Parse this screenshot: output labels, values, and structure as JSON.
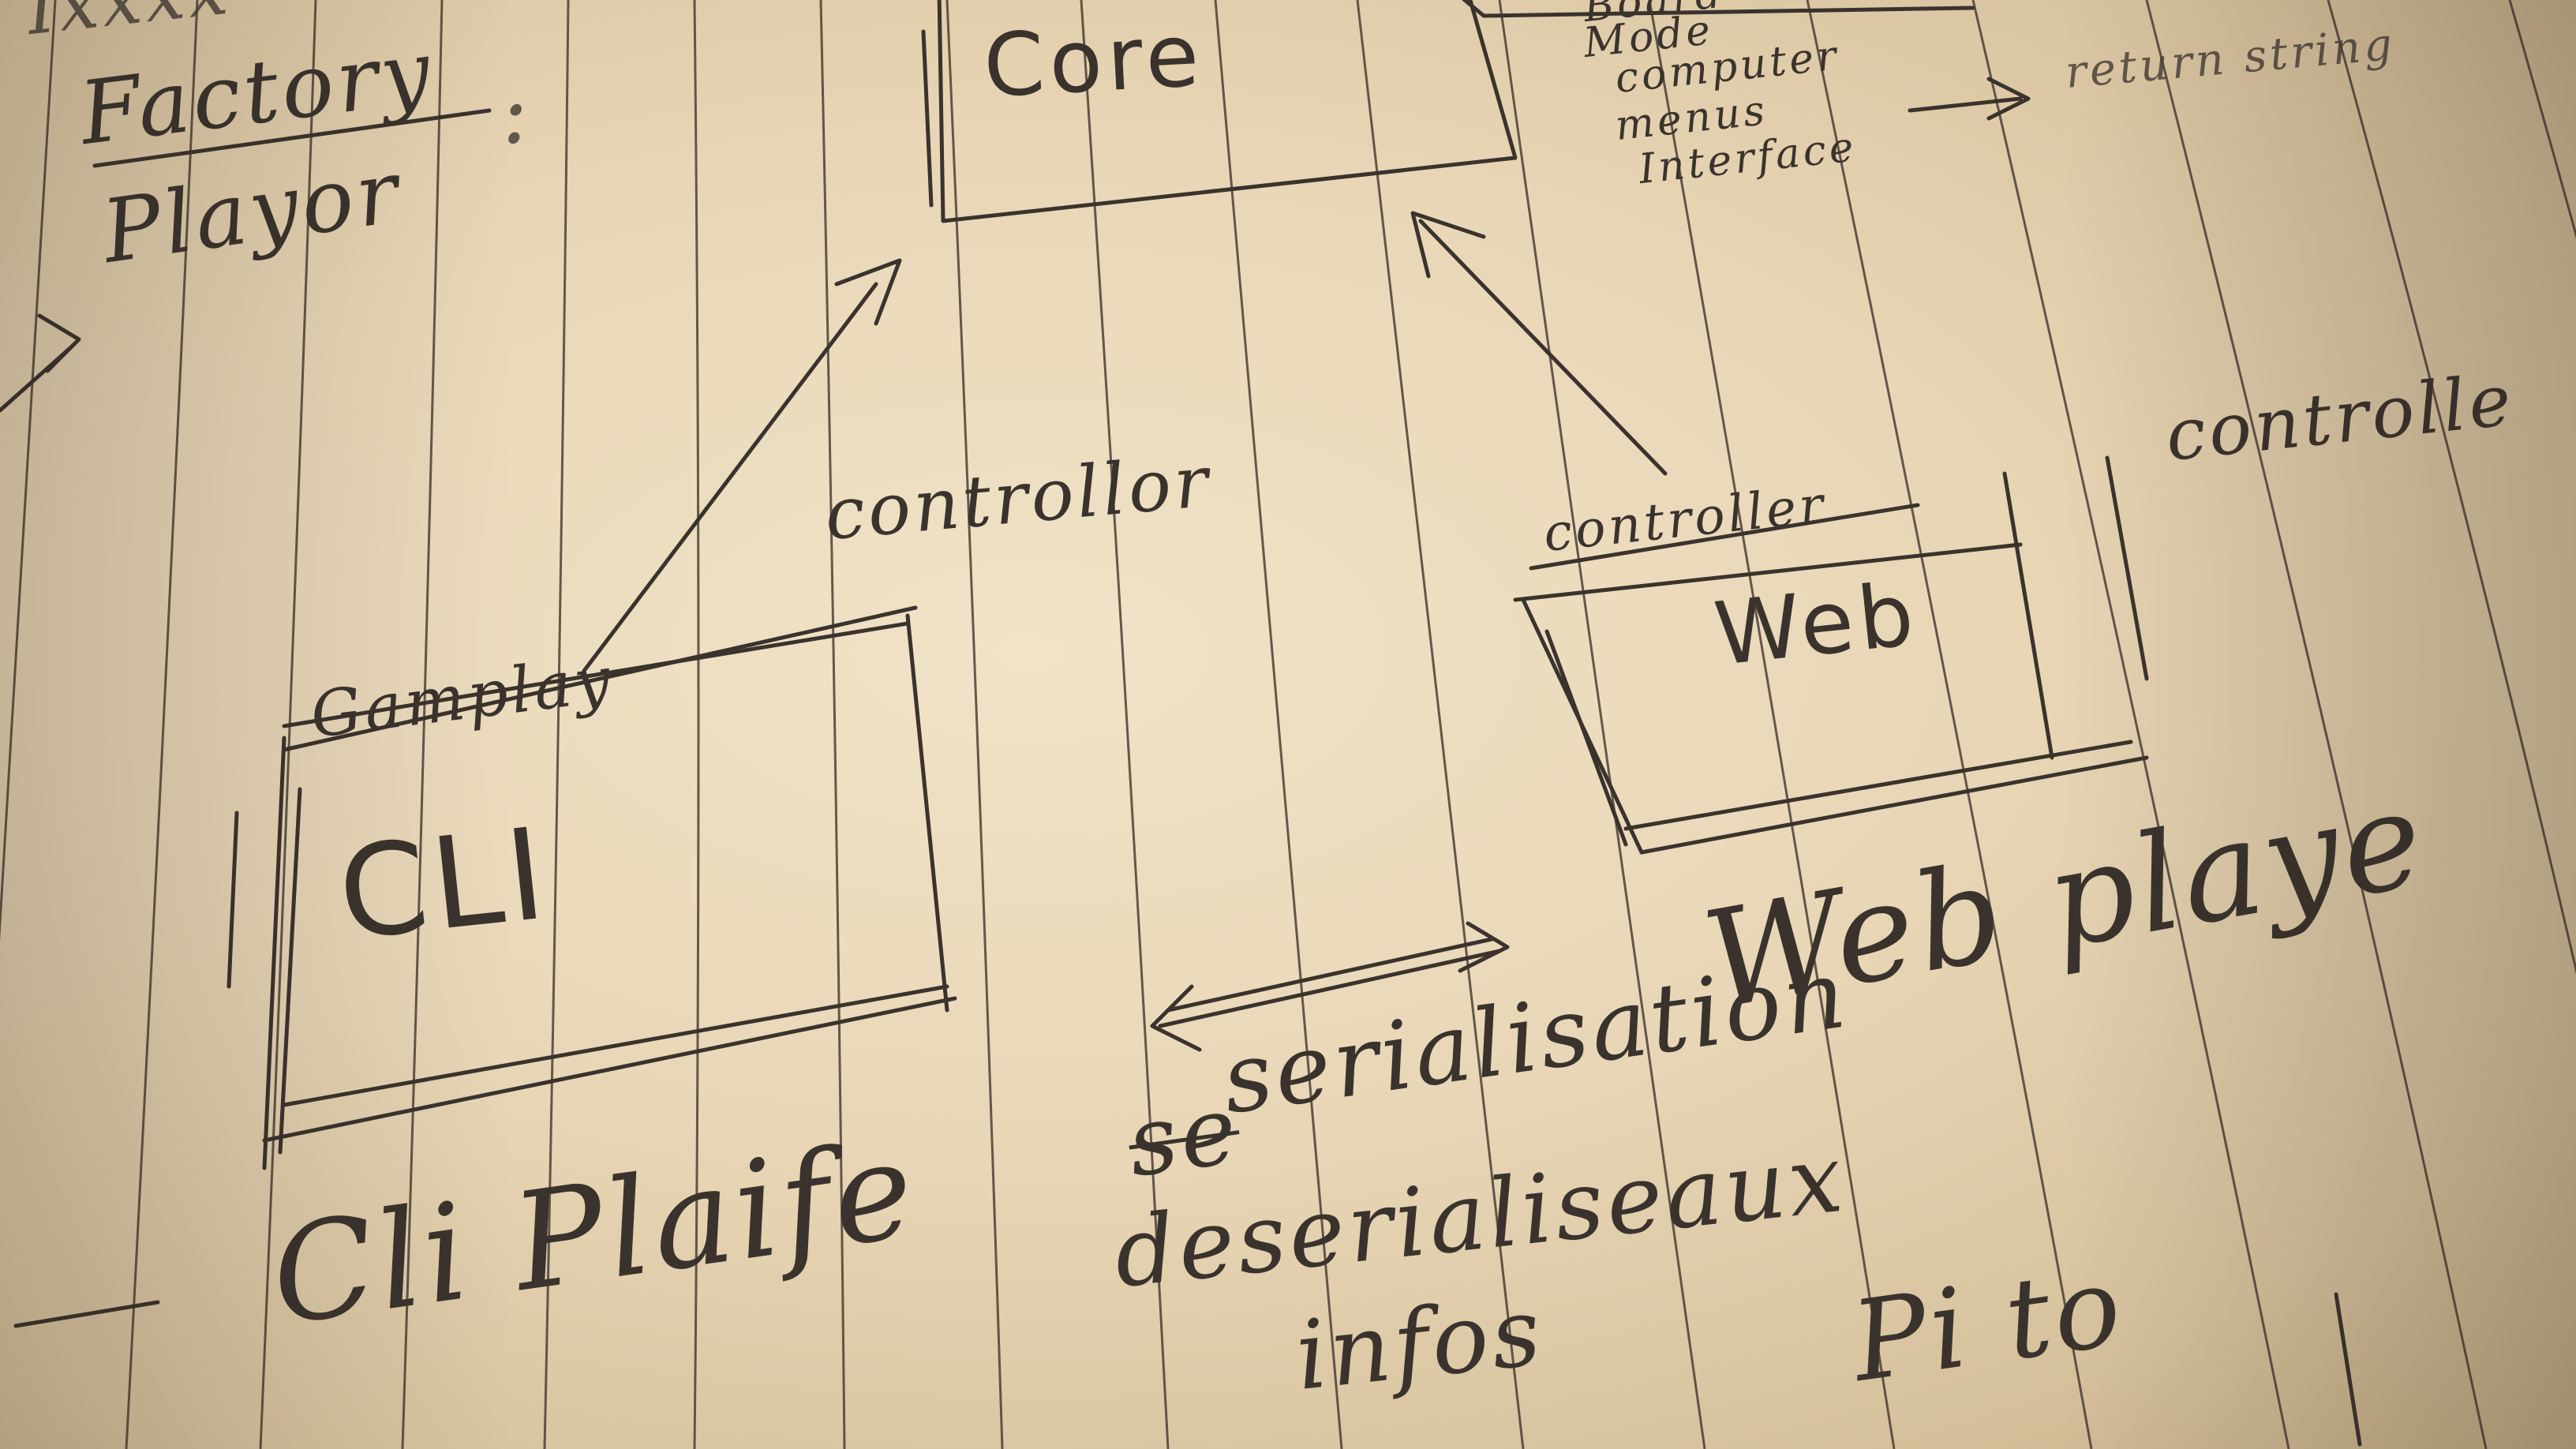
{
  "notes": {
    "corner_top": "Ixxxx",
    "factory": "Factory",
    "factory_mark": ":",
    "player": "Playor",
    "right_top_lines": [
      "Board",
      "Mode",
      "computer",
      "menus",
      "Interface"
    ],
    "return_string": "return string",
    "serialisation": "serialisation",
    "serialisation_struck": "se",
    "deserialisation": "deserialiseaux",
    "infos": "infos",
    "bottom_right": "Pi  to"
  },
  "boxes": {
    "core": {
      "title": "Core"
    },
    "cli": {
      "header": "Gamplay",
      "title": "CLI",
      "caption": "Cli Plaife",
      "side_label": "controllor"
    },
    "web": {
      "header": "controller",
      "title": "Web",
      "caption": "Web playe",
      "side_label": "controlle"
    }
  },
  "colors": {
    "ink": "#3a332d",
    "paper": "#ecdcbf",
    "rule": "#3f3730"
  }
}
